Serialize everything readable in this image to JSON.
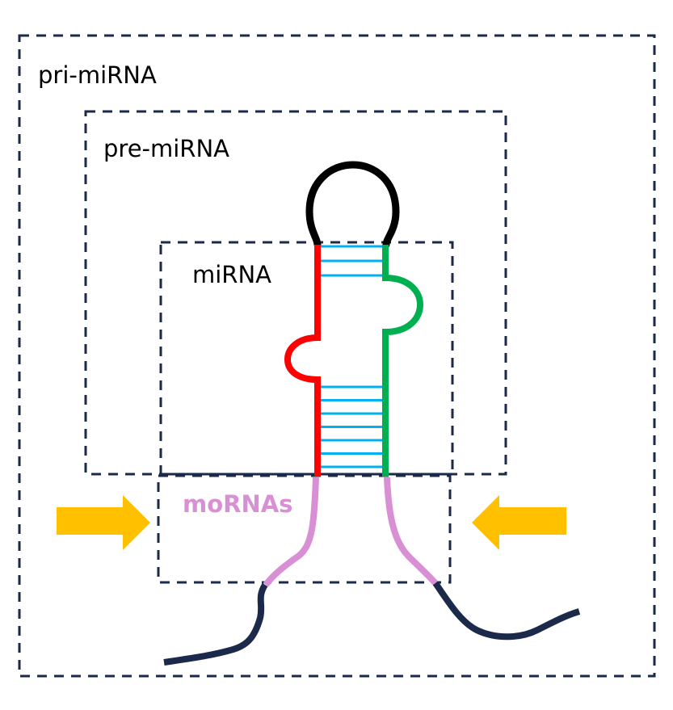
{
  "diagram": {
    "title": "miRNA biogenesis regions",
    "boxes": {
      "pri": {
        "label": "pri-miRNA"
      },
      "pre": {
        "label": "pre-miRNA"
      },
      "mi": {
        "label": "miRNA"
      },
      "mo": {
        "label": "moRNAs"
      }
    },
    "base_pairs": {
      "upper_count": 3,
      "lower_count": 7
    },
    "arrows": [
      {
        "name": "left-arrow",
        "direction": "right"
      },
      {
        "name": "right-arrow",
        "direction": "left"
      }
    ],
    "colors": {
      "box_border": "#1b2a4a",
      "loop": "#000000",
      "strand_5p": "#ff0000",
      "strand_3p": "#00b050",
      "base_pair": "#00b0f0",
      "flank_mor": "#d98fd4",
      "flank_tail": "#1b2a4a",
      "arrow": "#ffc000",
      "text": "#000000",
      "mor_text": "#d98fd4"
    }
  }
}
